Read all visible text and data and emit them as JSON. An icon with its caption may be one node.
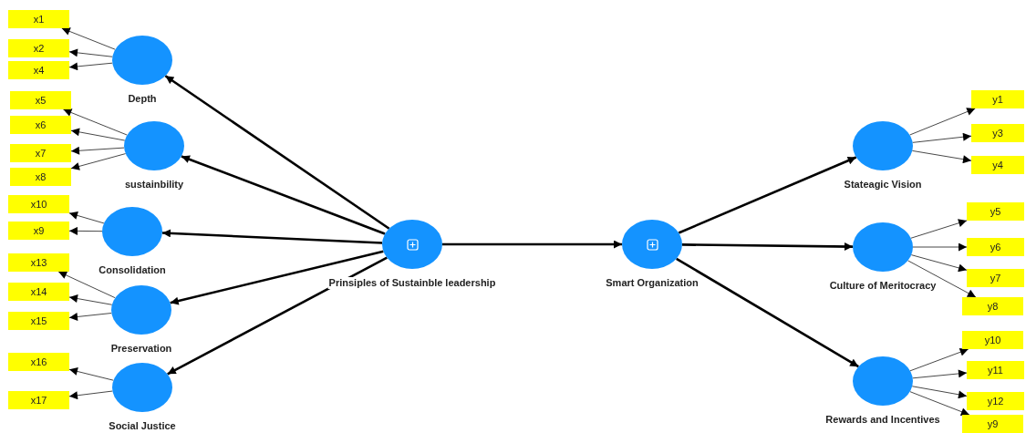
{
  "diagram": {
    "nodes": [
      {
        "text": [
          "Depth"
        ]
      },
      {
        "text": [
          "x1"
        ]
      },
      {
        "text": [
          "x2"
        ]
      },
      {
        "text": [
          "x4"
        ]
      },
      {
        "text": [
          "sustainbility"
        ]
      },
      {
        "text": [
          "x5"
        ]
      },
      {
        "text": [
          "x6"
        ]
      },
      {
        "text": [
          "x7"
        ]
      },
      {
        "text": [
          "x8"
        ]
      },
      {
        "text": [
          "Consolidation"
        ]
      },
      {
        "text": [
          "x10"
        ]
      },
      {
        "text": [
          "x9"
        ]
      },
      {
        "text": [
          "Preservation"
        ]
      },
      {
        "text": [
          "x13"
        ]
      },
      {
        "text": [
          "x14"
        ]
      },
      {
        "text": [
          "x15"
        ]
      },
      {
        "text": [
          "Social Justice"
        ]
      },
      {
        "text": [
          "x16"
        ]
      },
      {
        "text": [
          "x17"
        ]
      },
      {
        "text": [
          "Prinsiples of Sustainble leadership"
        ]
      },
      {
        "text": [
          "Smart Organization"
        ]
      },
      {
        "text": [
          "Stateagic Vision"
        ]
      },
      {
        "text": [
          "y1"
        ]
      },
      {
        "text": [
          "y3"
        ]
      },
      {
        "text": [
          "y4"
        ]
      },
      {
        "text": [
          "Culture of Meritocracy"
        ]
      },
      {
        "text": [
          "y5"
        ]
      },
      {
        "text": [
          "y6"
        ]
      },
      {
        "text": [
          "y7"
        ]
      },
      {
        "text": [
          "y8"
        ]
      },
      {
        "text": [
          "Rewards and Incentives"
        ]
      },
      {
        "text": [
          "y10"
        ]
      },
      {
        "text": [
          "y11"
        ]
      },
      {
        "text": [
          "y12"
        ]
      },
      {
        "text": [
          "y9"
        ]
      }
    ],
    "edges": [
      {
        "from": 19,
        "to": 0,
        "arrow": "to",
        "style": "thick"
      },
      {
        "from": 19,
        "to": 4,
        "arrow": "to",
        "style": "thick"
      },
      {
        "from": 19,
        "to": 9,
        "arrow": "to",
        "style": "thick"
      },
      {
        "from": 19,
        "to": 12,
        "arrow": "to",
        "style": "thick"
      },
      {
        "from": 19,
        "to": 16,
        "arrow": "to",
        "style": "thick"
      },
      {
        "from": 19,
        "to": 20,
        "arrow": "to",
        "style": "thick"
      },
      {
        "from": 20,
        "to": 21,
        "arrow": "to",
        "style": "thick"
      },
      {
        "from": 20,
        "to": 25,
        "arrow": "to",
        "style": "thick"
      },
      {
        "from": 20,
        "to": 30,
        "arrow": "to",
        "style": "thick"
      },
      {
        "from": 0,
        "to": 1,
        "arrow": "to"
      },
      {
        "from": 0,
        "to": 2,
        "arrow": "to"
      },
      {
        "from": 0,
        "to": 3,
        "arrow": "to"
      },
      {
        "from": 4,
        "to": 5,
        "arrow": "to"
      },
      {
        "from": 4,
        "to": 6,
        "arrow": "to"
      },
      {
        "from": 4,
        "to": 7,
        "arrow": "to"
      },
      {
        "from": 4,
        "to": 8,
        "arrow": "to"
      },
      {
        "from": 9,
        "to": 10,
        "arrow": "to"
      },
      {
        "from": 9,
        "to": 11,
        "arrow": "to"
      },
      {
        "from": 12,
        "to": 13,
        "arrow": "to"
      },
      {
        "from": 12,
        "to": 14,
        "arrow": "to"
      },
      {
        "from": 12,
        "to": 15,
        "arrow": "to"
      },
      {
        "from": 16,
        "to": 17,
        "arrow": "to"
      },
      {
        "from": 16,
        "to": 18,
        "arrow": "to"
      },
      {
        "from": 21,
        "to": 22,
        "arrow": "to"
      },
      {
        "from": 21,
        "to": 23,
        "arrow": "to"
      },
      {
        "from": 21,
        "to": 24,
        "arrow": "to"
      },
      {
        "from": 25,
        "to": 26,
        "arrow": "to"
      },
      {
        "from": 25,
        "to": 27,
        "arrow": "to"
      },
      {
        "from": 25,
        "to": 28,
        "arrow": "to"
      },
      {
        "from": 25,
        "to": 29,
        "arrow": "to"
      },
      {
        "from": 30,
        "to": 31,
        "arrow": "to"
      },
      {
        "from": 30,
        "to": 32,
        "arrow": "to"
      },
      {
        "from": 30,
        "to": 33,
        "arrow": "to"
      },
      {
        "from": 30,
        "to": 34,
        "arrow": "to"
      }
    ]
  }
}
